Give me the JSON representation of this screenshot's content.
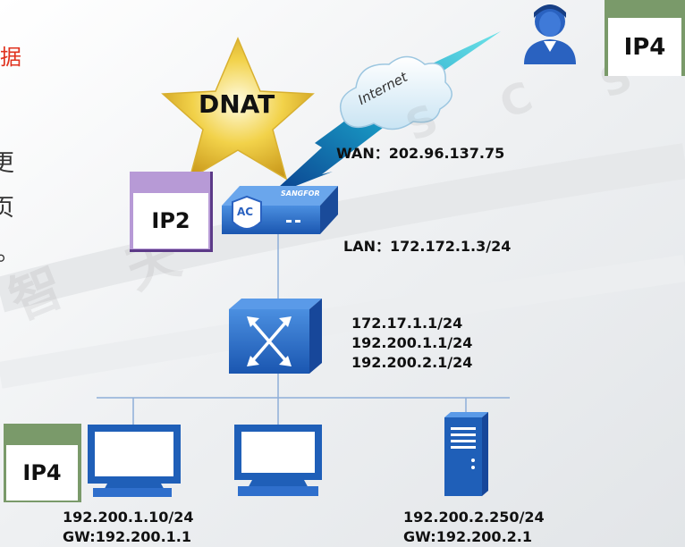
{
  "header_fragment": "据",
  "side_fragments": [
    "更",
    "页",
    "。"
  ],
  "watermark": {
    "chars": [
      "S",
      "C",
      "S",
      "智",
      "天"
    ]
  },
  "star_label": "DNAT",
  "cloud_label": "Internet",
  "gateway": {
    "wan": "WAN：202.96.137.75",
    "lan": "LAN：172.172.1.3/24",
    "badge": "AC",
    "brand": "SANGFOR"
  },
  "switch_ips": [
    "172.17.1.1/24",
    "192.200.1.1/24",
    "192.200.2.1/24"
  ],
  "tags": {
    "top_right": "IP4",
    "middle": "IP2",
    "bottom_left": "IP4"
  },
  "pc1": {
    "ip": "192.200.1.10/24",
    "gw": "GW:192.200.1.1"
  },
  "server": {
    "ip": "192.200.2.250/24",
    "gw": "GW:192.200.2.1"
  },
  "colors": {
    "accent_red": "#e0321e",
    "device_blue": "#1f5fb8",
    "device_blue_light": "#4b8fe0",
    "tag_green": "#7a9a6a",
    "tag_purple": "#b79ad6",
    "star_gold": "#e8c23a",
    "line_blue": "#8eaed8"
  }
}
